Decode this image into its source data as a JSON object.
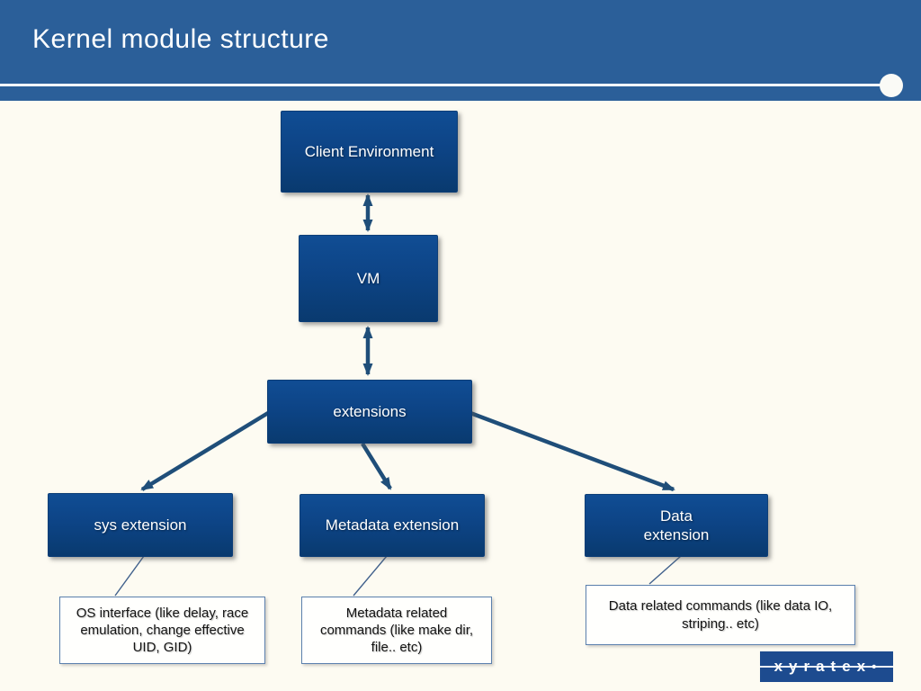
{
  "header": {
    "title": "Kernel module structure"
  },
  "diagram": {
    "nodes": [
      {
        "id": "client-environment",
        "label": "Client Environment"
      },
      {
        "id": "vm",
        "label": "VM"
      },
      {
        "id": "extensions",
        "label": "extensions"
      },
      {
        "id": "sys-extension",
        "label": "sys extension"
      },
      {
        "id": "metadata-extension",
        "label": "Metadata extension"
      },
      {
        "id": "data-extension",
        "label": "Data extension"
      }
    ],
    "annotations": [
      {
        "id": "os-interface",
        "text": "OS interface (like delay, race emulation, change effective UID, GID)"
      },
      {
        "id": "metadata-commands",
        "text": "Metadata related commands (like make dir, file.. etc)"
      },
      {
        "id": "data-commands",
        "text": "Data related commands (like data IO, striping.. etc)"
      }
    ],
    "connections": [
      {
        "from": "client-environment",
        "to": "vm",
        "type": "double-arrow"
      },
      {
        "from": "vm",
        "to": "extensions",
        "type": "double-arrow"
      },
      {
        "from": "extensions",
        "to": "sys-extension",
        "type": "arrow"
      },
      {
        "from": "extensions",
        "to": "metadata-extension",
        "type": "arrow"
      },
      {
        "from": "extensions",
        "to": "data-extension",
        "type": "arrow"
      },
      {
        "from": "sys-extension",
        "to": "os-interface",
        "type": "line"
      },
      {
        "from": "metadata-extension",
        "to": "metadata-commands",
        "type": "line"
      },
      {
        "from": "data-extension",
        "to": "data-commands",
        "type": "line"
      }
    ]
  },
  "footer": {
    "logo_text": "xyratex",
    "logo_dot": "•"
  },
  "colors": {
    "header_blue": "#2b5f99",
    "node_blue_top": "#104d94",
    "node_blue_bottom": "#093a6f",
    "arrow_blue": "#1f4e79",
    "connector_blue": "#41618c",
    "callout_border": "#5b80ad",
    "page_background": "#fdfbf2",
    "logo_blue": "#1d4b8f",
    "title_text": "#ffffff"
  }
}
